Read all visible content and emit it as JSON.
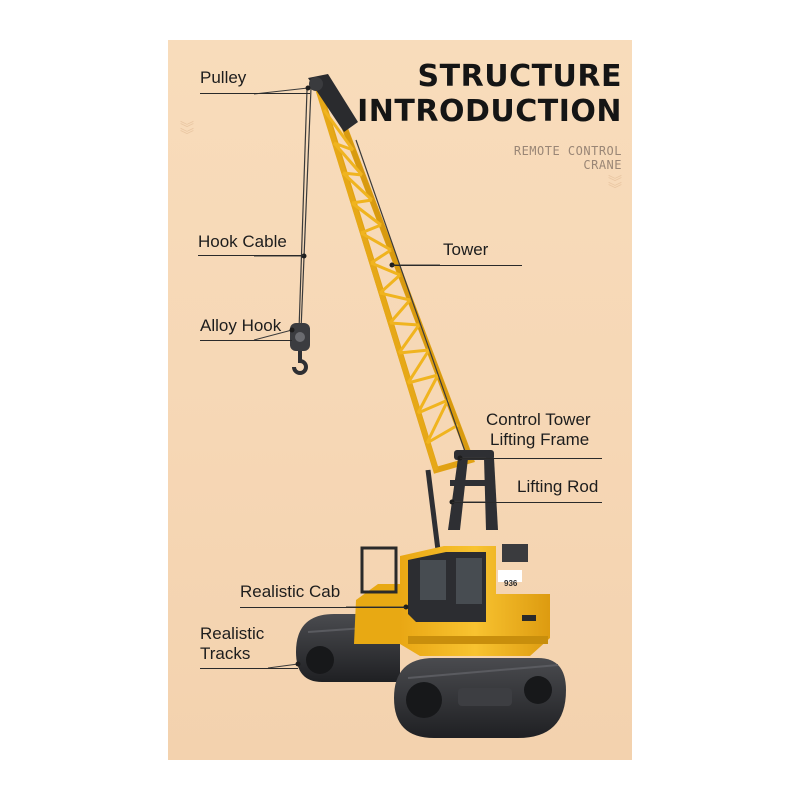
{
  "header": {
    "title_line1": "STRUCTURE",
    "title_line2": "INTRODUCTION",
    "subtitle_line1": "REMOTE CONTROL",
    "subtitle_line2": "CRANE"
  },
  "labels": {
    "pulley": "Pulley",
    "hook_cable": "Hook Cable",
    "tower": "Tower",
    "alloy_hook": "Alloy Hook",
    "control_tower_line1": "Control Tower",
    "control_tower_line2": "Lifting Frame",
    "lifting_rod": "Lifting Rod",
    "realistic_cab": "Realistic Cab",
    "realistic_tracks_line1": "Realistic",
    "realistic_tracks_line2": "Tracks",
    "model_number": "936"
  },
  "colors": {
    "background": "#f6d7b5",
    "crane_yellow": "#f2b51c",
    "tracks_dark": "#2b2c2f",
    "text": "#1d1d1d"
  }
}
